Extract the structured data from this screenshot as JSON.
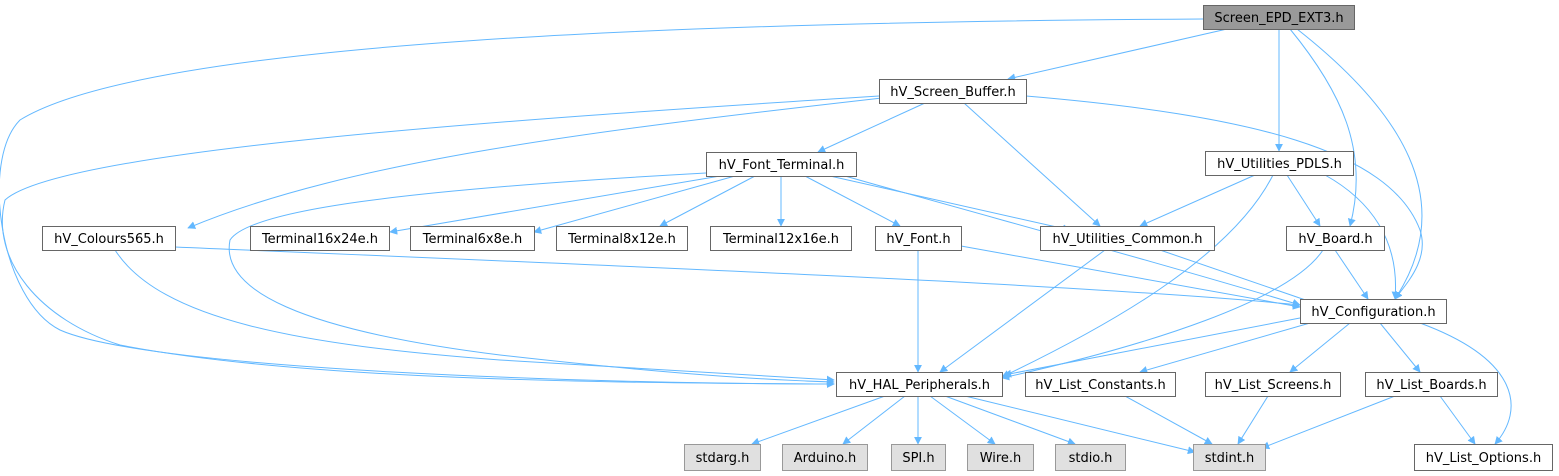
{
  "nodes": [
    {
      "id": "screen_epd_ext3",
      "label": "Screen_EPD_EXT3.h",
      "kind": "root"
    },
    {
      "id": "hv_screen_buffer",
      "label": "hV_Screen_Buffer.h",
      "kind": "normal"
    },
    {
      "id": "hv_font_terminal",
      "label": "hV_Font_Terminal.h",
      "kind": "normal"
    },
    {
      "id": "hv_utilities_pdls",
      "label": "hV_Utilities_PDLS.h",
      "kind": "normal"
    },
    {
      "id": "hv_colours565",
      "label": "hV_Colours565.h",
      "kind": "normal"
    },
    {
      "id": "terminal16x24e",
      "label": "Terminal16x24e.h",
      "kind": "normal"
    },
    {
      "id": "terminal6x8e",
      "label": "Terminal6x8e.h",
      "kind": "normal"
    },
    {
      "id": "terminal8x12e",
      "label": "Terminal8x12e.h",
      "kind": "normal"
    },
    {
      "id": "terminal12x16e",
      "label": "Terminal12x16e.h",
      "kind": "normal"
    },
    {
      "id": "hv_font",
      "label": "hV_Font.h",
      "kind": "normal"
    },
    {
      "id": "hv_utilities_common",
      "label": "hV_Utilities_Common.h",
      "kind": "normal"
    },
    {
      "id": "hv_board",
      "label": "hV_Board.h",
      "kind": "normal"
    },
    {
      "id": "hv_configuration",
      "label": "hV_Configuration.h",
      "kind": "normal"
    },
    {
      "id": "hv_hal_peripherals",
      "label": "hV_HAL_Peripherals.h",
      "kind": "normal"
    },
    {
      "id": "hv_list_constants",
      "label": "hV_List_Constants.h",
      "kind": "normal"
    },
    {
      "id": "hv_list_screens",
      "label": "hV_List_Screens.h",
      "kind": "normal"
    },
    {
      "id": "hv_list_boards",
      "label": "hV_List_Boards.h",
      "kind": "normal"
    },
    {
      "id": "stdarg",
      "label": "stdarg.h",
      "kind": "system"
    },
    {
      "id": "arduino",
      "label": "Arduino.h",
      "kind": "system"
    },
    {
      "id": "spi",
      "label": "SPI.h",
      "kind": "system"
    },
    {
      "id": "wire",
      "label": "Wire.h",
      "kind": "system"
    },
    {
      "id": "stdio",
      "label": "stdio.h",
      "kind": "system"
    },
    {
      "id": "stdint",
      "label": "stdint.h",
      "kind": "system"
    },
    {
      "id": "hv_list_options",
      "label": "hV_List_Options.h",
      "kind": "normal"
    }
  ],
  "edges": [
    [
      "screen_epd_ext3",
      "hv_screen_buffer"
    ],
    [
      "screen_epd_ext3",
      "hv_hal_peripherals"
    ],
    [
      "screen_epd_ext3",
      "hv_utilities_pdls"
    ],
    [
      "screen_epd_ext3",
      "hv_board"
    ],
    [
      "screen_epd_ext3",
      "hv_configuration"
    ],
    [
      "hv_screen_buffer",
      "hv_font_terminal"
    ],
    [
      "hv_screen_buffer",
      "hv_colours565"
    ],
    [
      "hv_screen_buffer",
      "hv_hal_peripherals"
    ],
    [
      "hv_screen_buffer",
      "hv_utilities_common"
    ],
    [
      "hv_screen_buffer",
      "hv_configuration"
    ],
    [
      "hv_font_terminal",
      "terminal16x24e"
    ],
    [
      "hv_font_terminal",
      "terminal6x8e"
    ],
    [
      "hv_font_terminal",
      "terminal8x12e"
    ],
    [
      "hv_font_terminal",
      "terminal12x16e"
    ],
    [
      "hv_font_terminal",
      "hv_font"
    ],
    [
      "hv_font_terminal",
      "hv_utilities_common"
    ],
    [
      "hv_font_terminal",
      "hv_configuration"
    ],
    [
      "hv_font_terminal",
      "hv_hal_peripherals"
    ],
    [
      "hv_utilities_pdls",
      "hv_utilities_common"
    ],
    [
      "hv_utilities_pdls",
      "hv_board"
    ],
    [
      "hv_utilities_pdls",
      "hv_configuration"
    ],
    [
      "hv_utilities_pdls",
      "hv_hal_peripherals"
    ],
    [
      "hv_colours565",
      "hv_configuration"
    ],
    [
      "hv_colours565",
      "hv_hal_peripherals"
    ],
    [
      "hv_font",
      "hv_hal_peripherals"
    ],
    [
      "hv_font",
      "hv_configuration"
    ],
    [
      "hv_utilities_common",
      "hv_hal_peripherals"
    ],
    [
      "hv_utilities_common",
      "hv_configuration"
    ],
    [
      "hv_board",
      "hv_configuration"
    ],
    [
      "hv_board",
      "hv_hal_peripherals"
    ],
    [
      "hv_configuration",
      "hv_hal_peripherals"
    ],
    [
      "hv_configuration",
      "hv_list_constants"
    ],
    [
      "hv_configuration",
      "hv_list_screens"
    ],
    [
      "hv_configuration",
      "hv_list_boards"
    ],
    [
      "hv_configuration",
      "hv_list_options"
    ],
    [
      "hv_hal_peripherals",
      "stdarg"
    ],
    [
      "hv_hal_peripherals",
      "arduino"
    ],
    [
      "hv_hal_peripherals",
      "spi"
    ],
    [
      "hv_hal_peripherals",
      "wire"
    ],
    [
      "hv_hal_peripherals",
      "stdio"
    ],
    [
      "hv_hal_peripherals",
      "stdint"
    ],
    [
      "hv_list_constants",
      "stdint"
    ],
    [
      "hv_list_screens",
      "stdint"
    ],
    [
      "hv_list_boards",
      "stdint"
    ],
    [
      "hv_list_boards",
      "hv_list_options"
    ]
  ],
  "colors": {
    "edge": "#63b8ff",
    "node_border": "#666666",
    "root_fill": "#999999",
    "system_fill": "#e0e0e0",
    "node_fill": "#ffffff"
  }
}
